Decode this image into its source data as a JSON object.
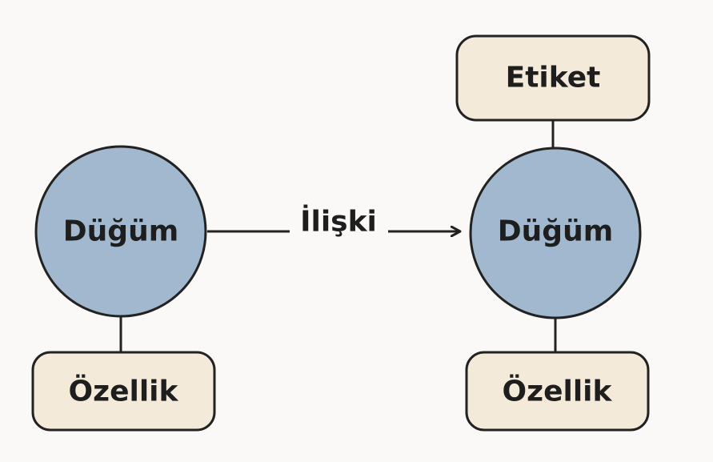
{
  "diagram": {
    "left_node": {
      "label": "Düğüm",
      "property": "Özellik"
    },
    "relationship": {
      "label": "İlişki"
    },
    "right_node": {
      "label": "Düğüm",
      "property": "Özellik",
      "tag": "Etiket"
    }
  },
  "colors": {
    "node_fill": "#a1b8cf",
    "box_fill": "#f3ead9",
    "stroke": "#222222",
    "background": "#faf9f7"
  }
}
